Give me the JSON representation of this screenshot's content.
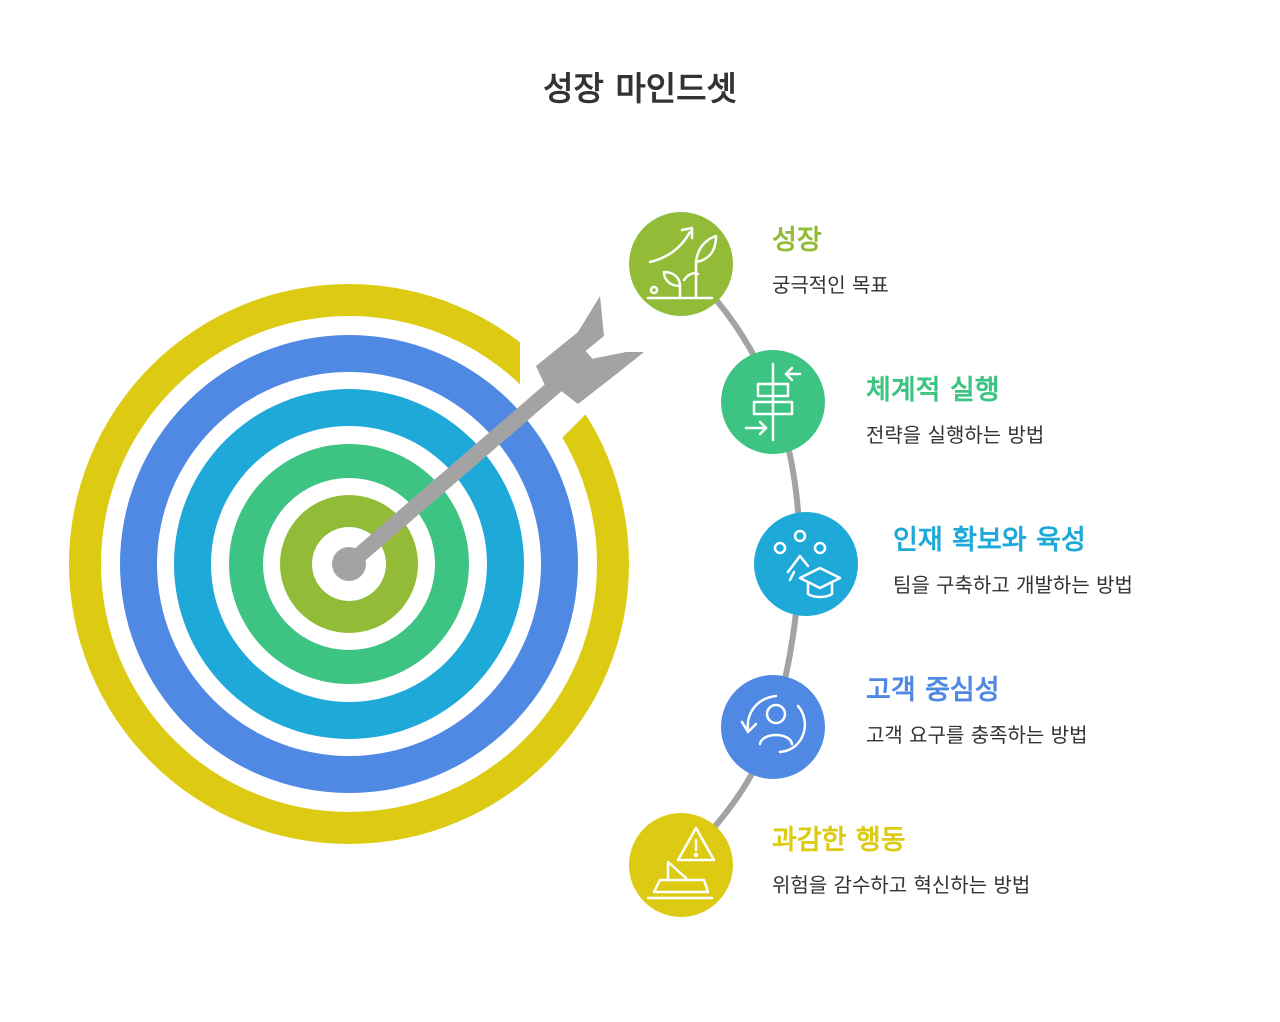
{
  "title": "성장 마인드셋",
  "colors": {
    "ring_outer": "#DDCB13",
    "ring_blue": "#5089E3",
    "ring_cyan": "#1FA9D9",
    "ring_green": "#3DC482",
    "ring_center": "#92BC38",
    "arrow": "#A3A3A3",
    "path": "#A3A3A3"
  },
  "items": [
    {
      "title": "성장",
      "description": "궁극적인 목표",
      "color": "#92BC38",
      "icon": "plant-growth-icon"
    },
    {
      "title": "체계적 실행",
      "description": "전략을 실행하는 방법",
      "color": "#3DC482",
      "icon": "signpost-icon"
    },
    {
      "title": "인재 확보와 육성",
      "description": "팀을 구축하고 개발하는 방법",
      "color": "#1FA9D9",
      "icon": "graduation-team-icon"
    },
    {
      "title": "고객 중심성",
      "description": "고객 요구를 충족하는 방법",
      "color": "#5089E3",
      "icon": "customer-cycle-icon"
    },
    {
      "title": "과감한 행동",
      "description": "위험을 감수하고 혁신하는 방법",
      "color": "#DDCB13",
      "icon": "warning-boat-icon"
    }
  ]
}
